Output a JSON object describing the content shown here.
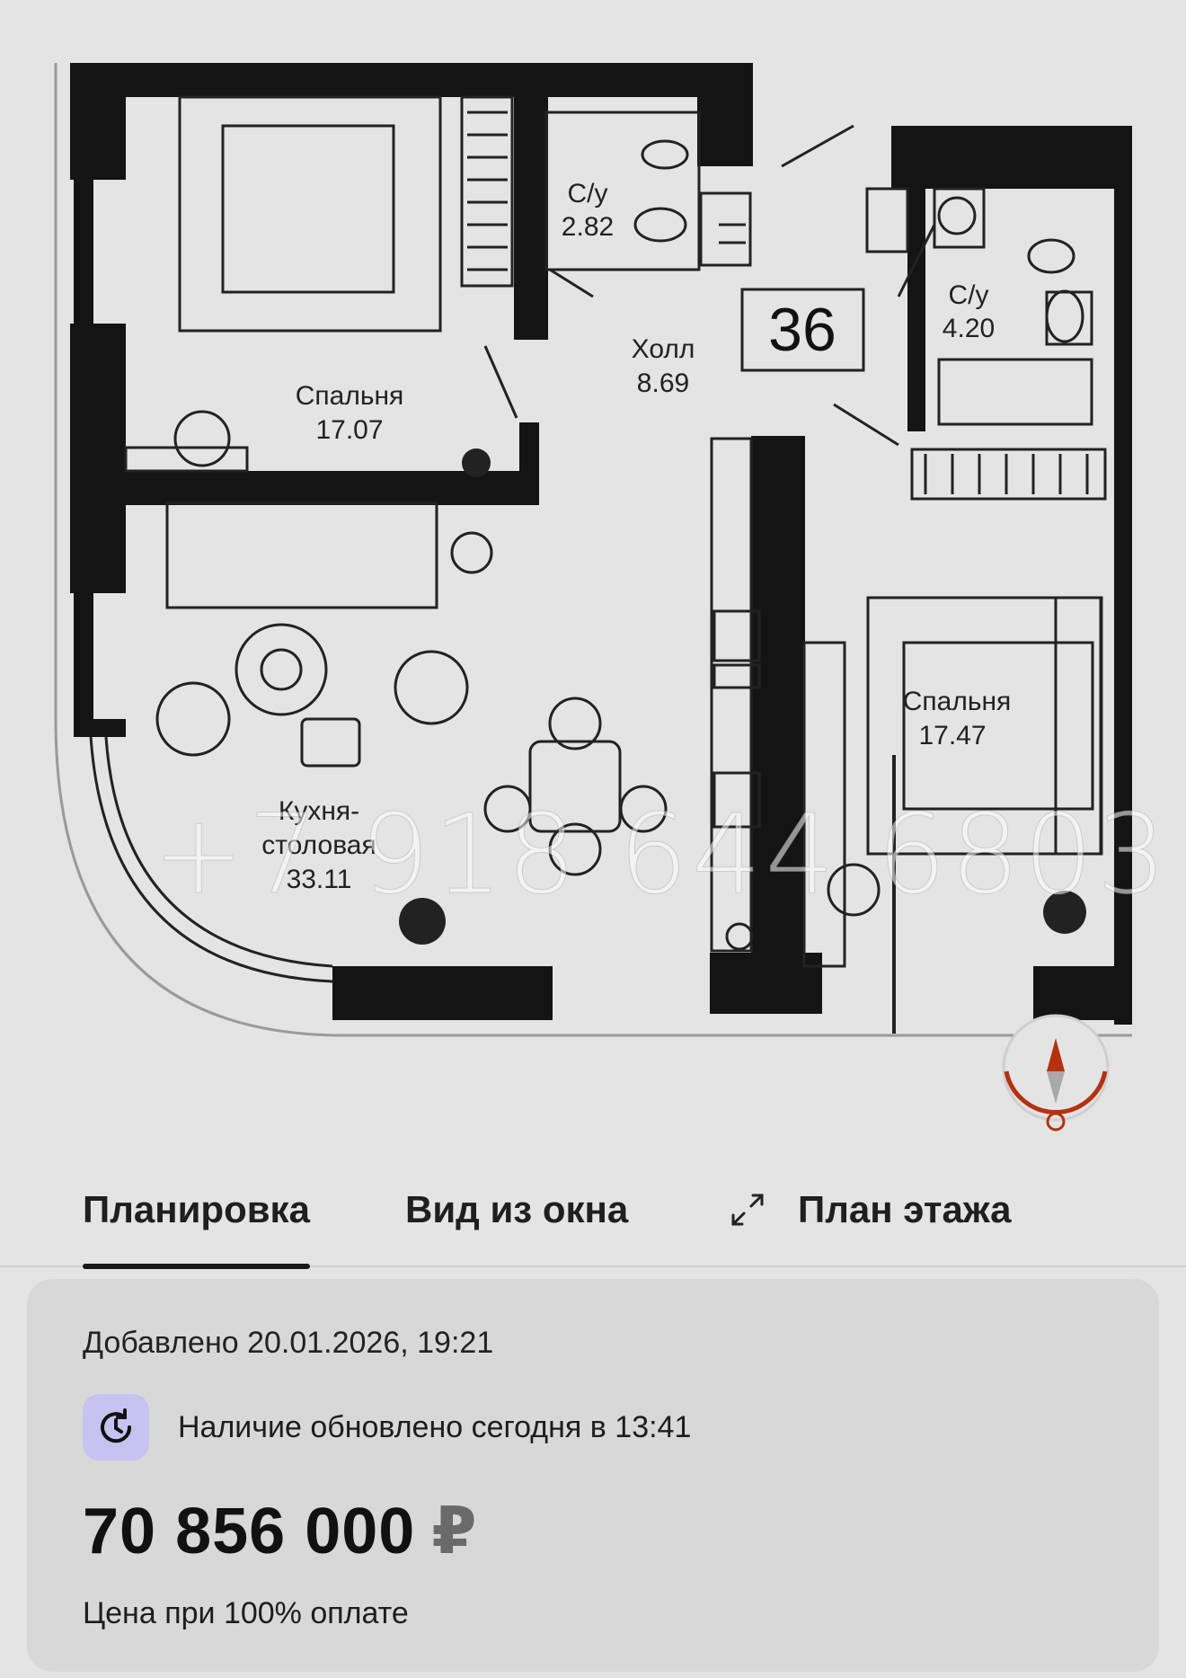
{
  "plan": {
    "apartment_number": "36",
    "rooms": [
      {
        "name": "Спальня",
        "area": "17.07"
      },
      {
        "name": "С/у",
        "area": "2.82"
      },
      {
        "name": "Холл",
        "area": "8.69"
      },
      {
        "name": "С/у",
        "area": "4.20"
      },
      {
        "name": "Спальня",
        "area": "17.47"
      },
      {
        "name_line1": "Кухня-",
        "name_line2": "столовая",
        "area": "33.11"
      }
    ],
    "watermark": "+7 918 644 6803",
    "compass_icon": "compass-icon"
  },
  "tabs": [
    {
      "label": "Планировка",
      "active": true
    },
    {
      "label": "Вид из окна",
      "active": false
    },
    {
      "label": "План этажа",
      "active": false,
      "icon": "expand-icon"
    }
  ],
  "info": {
    "added": "Добавлено 20.01.2026, 19:21",
    "availability": "Наличие обновлено сегодня в 13:41",
    "availability_icon": "clock-refresh-icon",
    "price": "70 856 000",
    "currency": "₽",
    "price_note": "Цена при 100% оплате"
  },
  "colors": {
    "wall": "#141414",
    "background": "#e4e4e4",
    "card": "#d8d8d8",
    "icon_bg": "#c7c2f0",
    "compass_accent": "#b5320e"
  }
}
